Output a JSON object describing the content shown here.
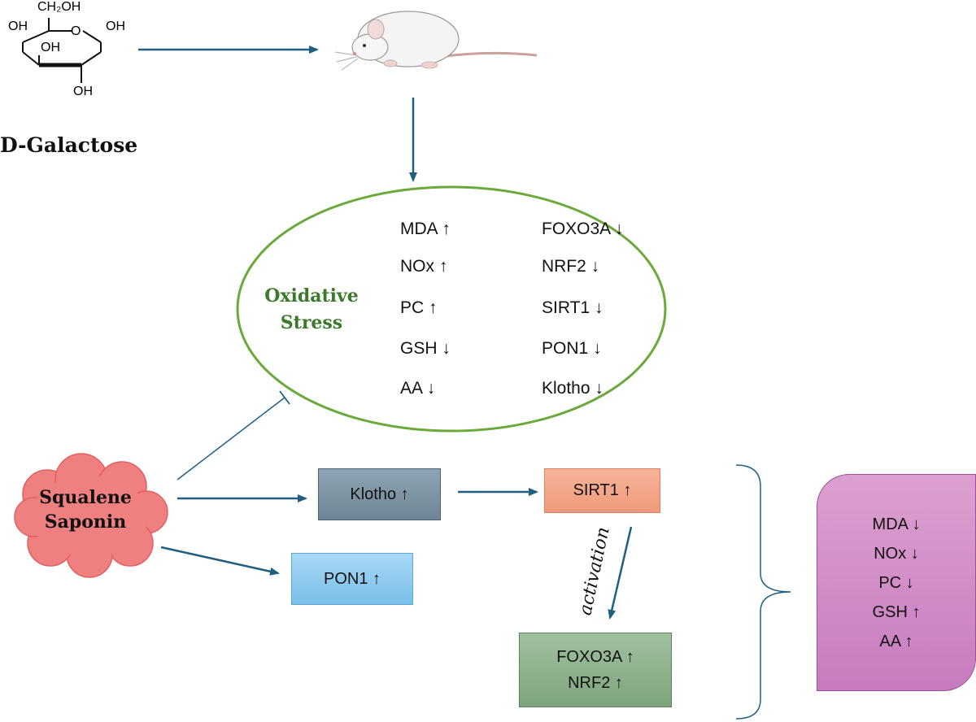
{
  "galactose": {
    "name": "D-Galactose",
    "labels": {
      "ch2oh": "CH₂OH",
      "oh_left": "OH",
      "oh_right": "OH",
      "oh_mid": "OH",
      "oh_bottom": "OH",
      "o_ring": "O"
    }
  },
  "mouse": {
    "icon": "mouse-icon"
  },
  "oxidative_stress": {
    "title_line1": "Oxidative",
    "title_line2": "Stress",
    "left_items": [
      "MDA ↑",
      "NOx ↑",
      "PC ↑",
      "GSH ↓",
      "AA ↓"
    ],
    "right_items": [
      "FOXO3A ↓",
      "NRF2 ↓",
      "SIRT1 ↓",
      "PON1 ↓",
      "Klotho ↓"
    ]
  },
  "saponin": {
    "line1": "Squalene",
    "line2": "Saponin"
  },
  "boxes": {
    "klotho": "Klotho ↑",
    "sirt1": "SIRT1 ↑",
    "pon1": "PON1 ↑",
    "foxo3a": "FOXO3A ↑",
    "nrf2": "NRF2 ↑"
  },
  "activation_label": "activation",
  "outcomes": [
    "MDA ↓",
    "NOx ↓",
    "PC ↓",
    "GSH ↑",
    "AA ↑"
  ],
  "colors": {
    "arrow": "#1f5f80",
    "ellipse": "#6aaa3a",
    "stress_title": "#3a7a2a",
    "cloud_fill": "#f08080",
    "cloud_stroke": "#e06060"
  }
}
